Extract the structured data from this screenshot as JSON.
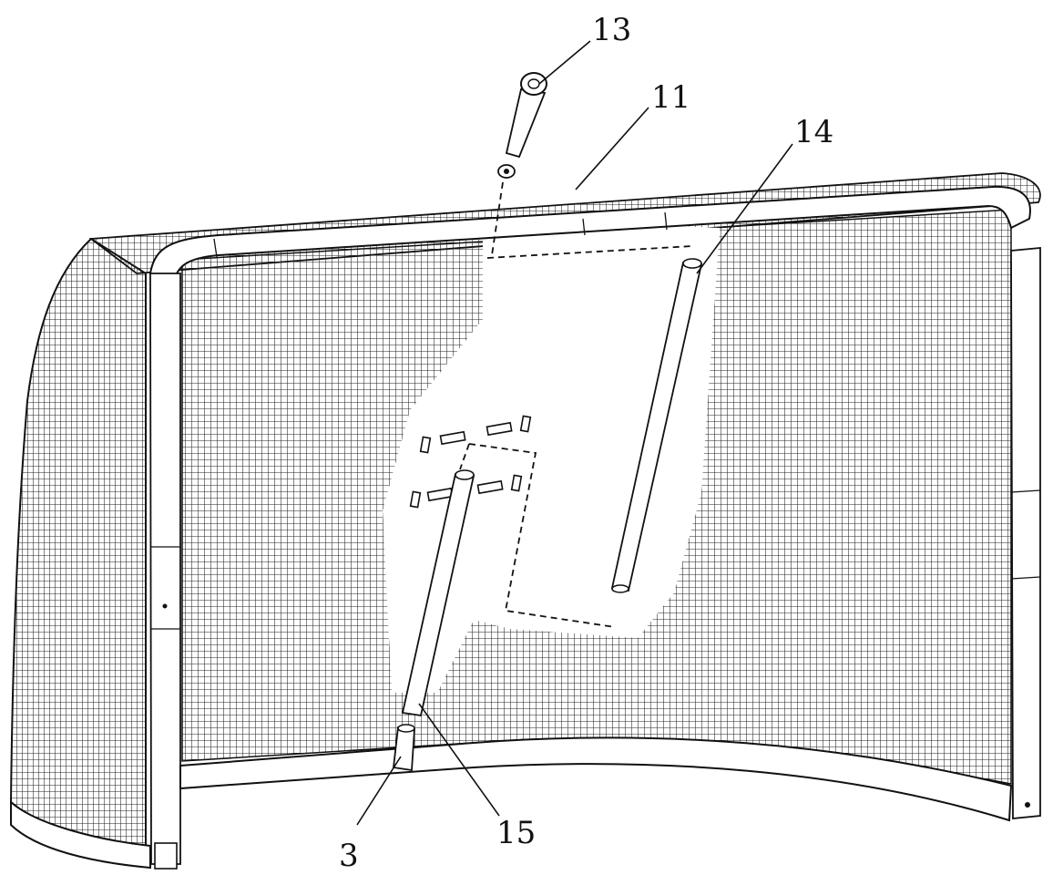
{
  "figure": {
    "callouts": {
      "part_13": "13",
      "part_11": "11",
      "part_14": "14",
      "part_3": "3",
      "part_15": "15"
    },
    "colors": {
      "line": "#111111",
      "background": "#ffffff",
      "mesh": "#222222"
    }
  }
}
